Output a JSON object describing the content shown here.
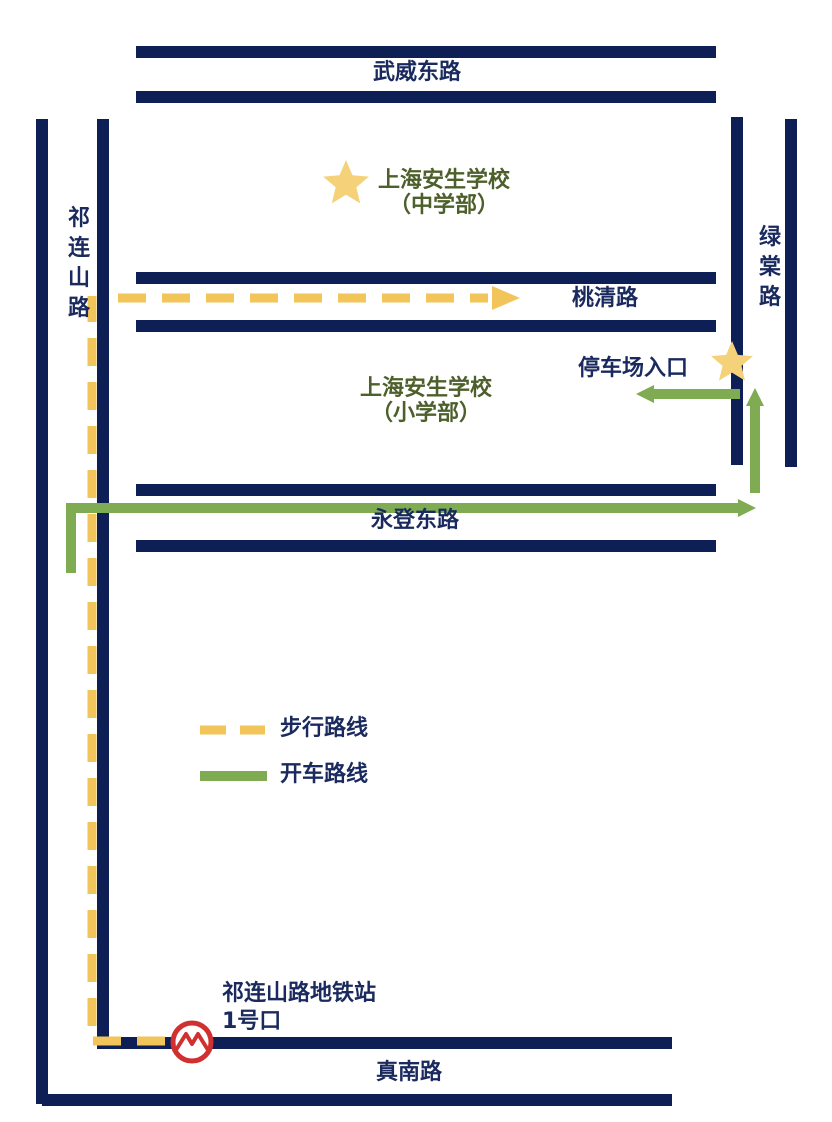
{
  "roads": {
    "wuwei": "武威东路",
    "taoqing": "桃清路",
    "yongdeng": "永登东路",
    "zhennan": "真南路",
    "qilianshan": "祁连山路",
    "lvtang": "绿棠路"
  },
  "places": {
    "middle_school": {
      "name": "上海安生学校",
      "sub": "（中学部）"
    },
    "primary_school": {
      "name": "上海安生学校",
      "sub": "（小学部）"
    },
    "parking": "停车场入口",
    "metro": {
      "name": "祁连山路地铁站",
      "exit": "1号口"
    }
  },
  "legend": {
    "walk": "步行路线",
    "drive": "开车路线"
  },
  "colors": {
    "road": "#0d1f55",
    "walk_route": "#f2c55a",
    "drive_route": "#7fab52",
    "star": "#f5d27a",
    "metro": "#d0302f"
  }
}
